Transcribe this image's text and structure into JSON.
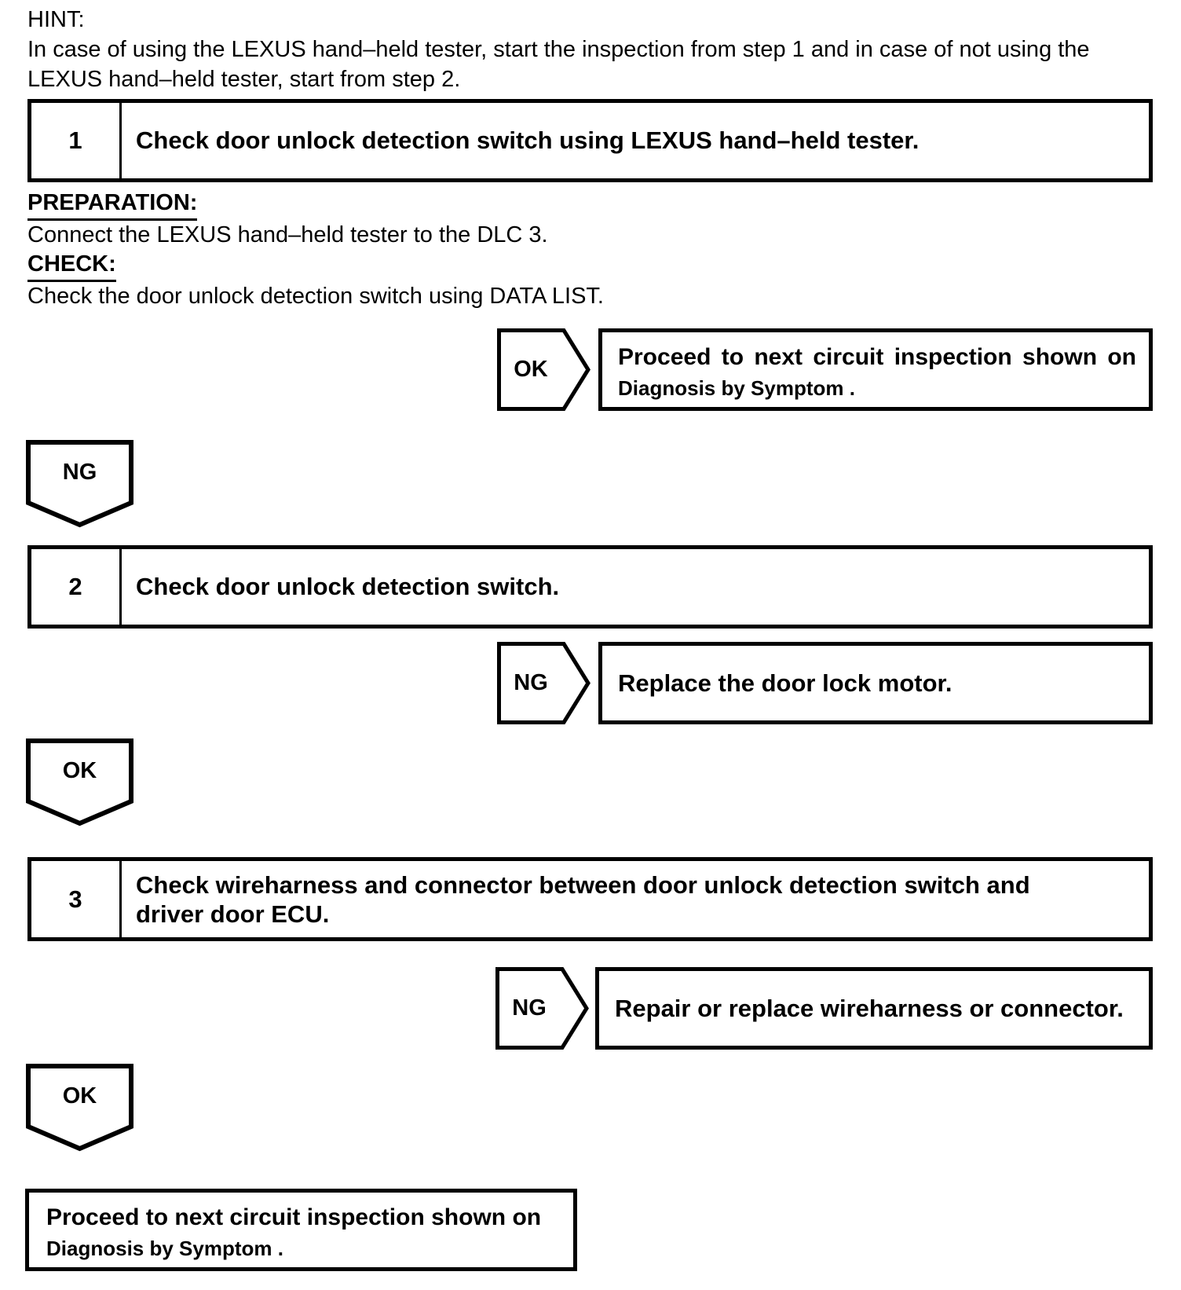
{
  "hint": {
    "label": "HINT:",
    "line1": "In case of using the LEXUS hand–held tester, start the inspection from step 1 and in case of not using the",
    "line2": "LEXUS hand–held tester, start from step 2."
  },
  "steps": {
    "step1": {
      "number": "1",
      "title": "Check door unlock detection switch using LEXUS hand–held tester."
    },
    "step2": {
      "number": "2",
      "title": "Check door unlock detection switch."
    },
    "step3": {
      "number": "3",
      "title_line1": "Check wireharness and connector between door unlock detection switch and",
      "title_line2": "driver door ECU."
    }
  },
  "preparation": {
    "label": "PREPARATION:",
    "text": "Connect the LEXUS hand–held tester to the DLC 3."
  },
  "check": {
    "label": "CHECK:",
    "text": "Check the door unlock detection switch using DATA LIST."
  },
  "branches": {
    "ok_step1": {
      "tag": "OK",
      "result_line1": "Proceed to next circuit inspection shown on",
      "result_line2": "Diagnosis by Symptom ."
    },
    "ng_step2": {
      "tag": "NG",
      "result": "Replace the door lock motor."
    },
    "ng_step3": {
      "tag": "NG",
      "result": "Repair or replace wireharness or connector."
    }
  },
  "connectors": {
    "ng_after_step1": "NG",
    "ok_after_step2": "OK",
    "ok_after_step3": "OK"
  },
  "final_box": {
    "line1": "Proceed to next circuit inspection shown on",
    "line2": "Diagnosis by Symptom ."
  },
  "colors": {
    "ink": "#000000",
    "paper": "#ffffff"
  }
}
